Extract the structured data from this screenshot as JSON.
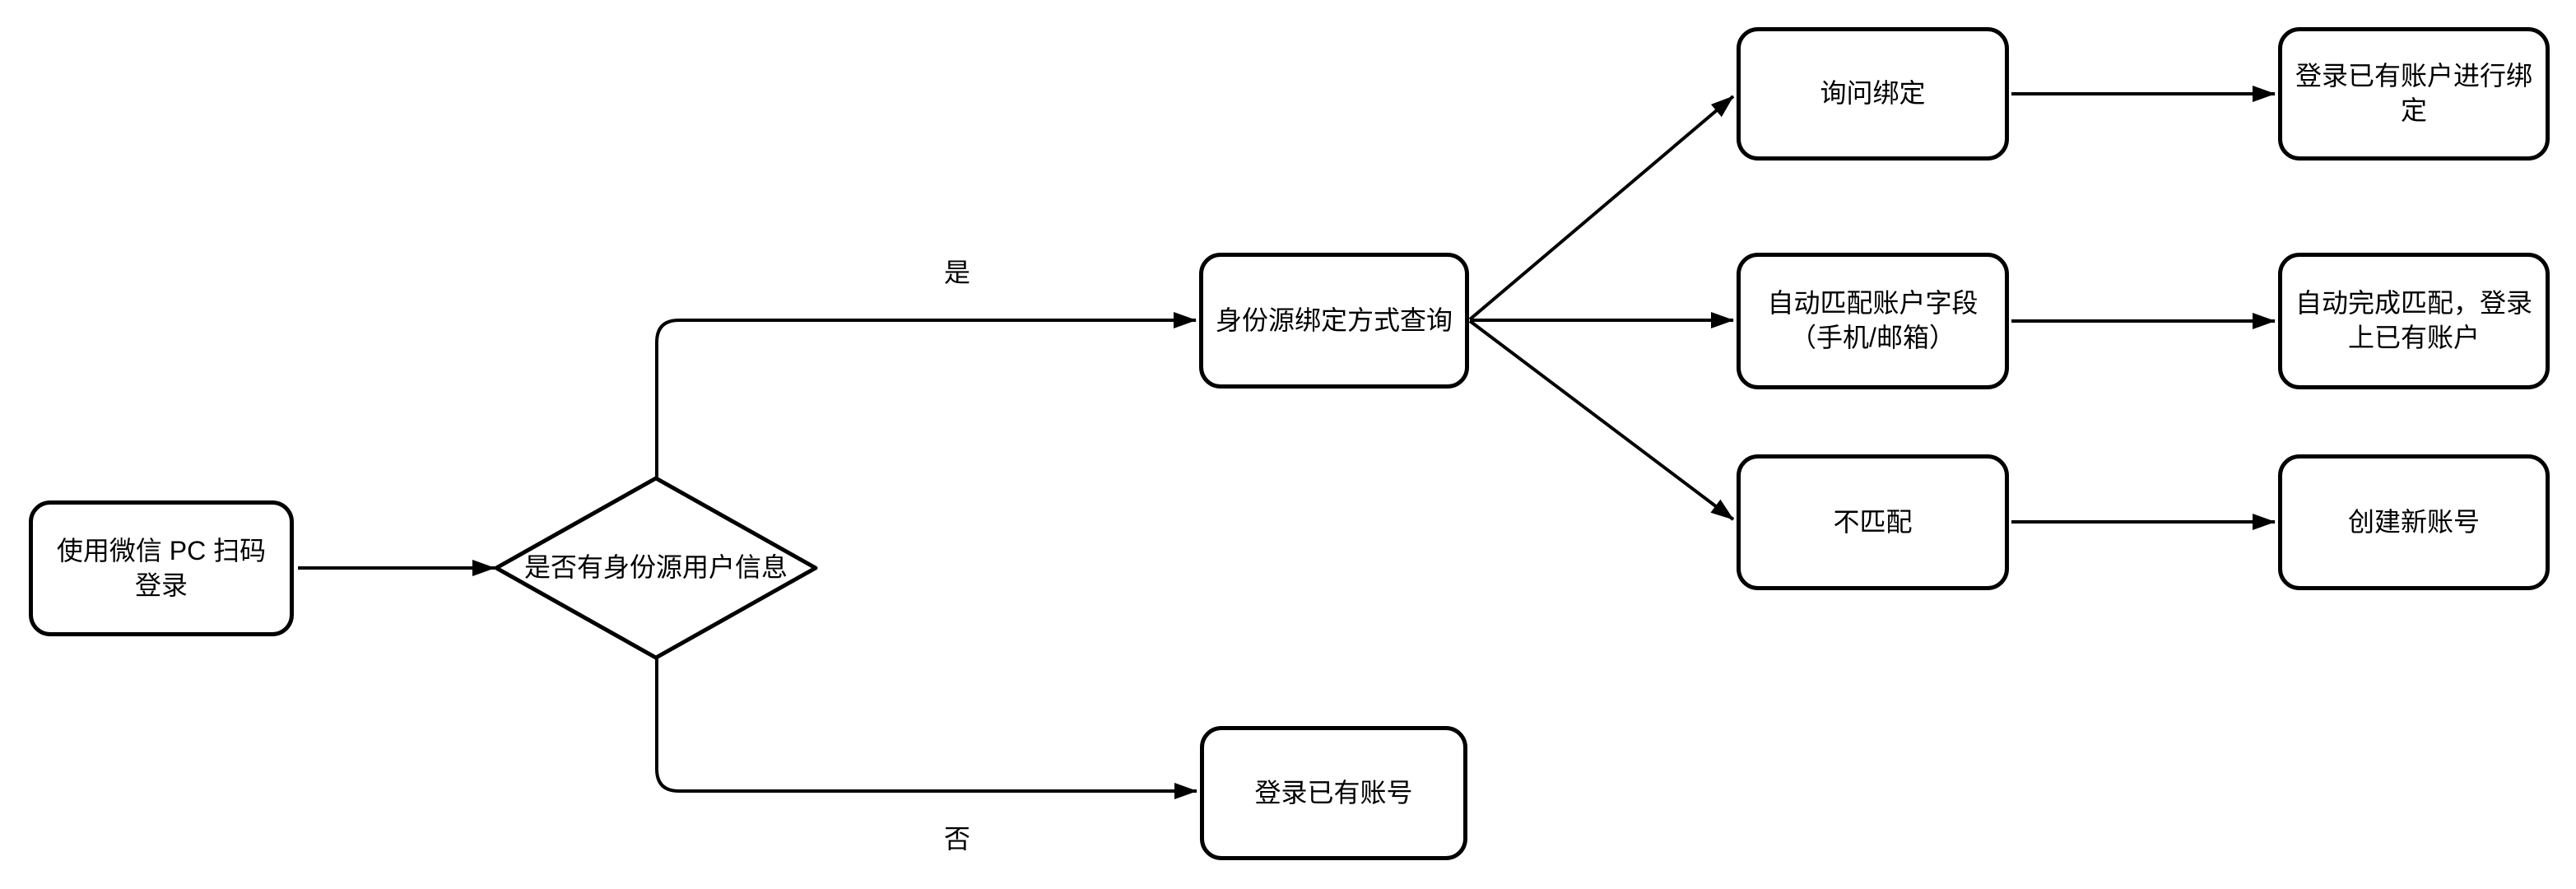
{
  "diagram": {
    "background": "#ffffff",
    "stroke": "#000000",
    "nodes": {
      "wechat_login": {
        "type": "rounded-rect",
        "label": "使用微信 PC 扫码登录"
      },
      "has_identity_info": {
        "type": "decision-diamond",
        "label": "是否有身份源用户信息"
      },
      "binding_query": {
        "type": "rounded-rect",
        "label": "身份源绑定方式查询"
      },
      "ask_binding": {
        "type": "rounded-rect",
        "label": "询问绑定"
      },
      "login_existing_to_bind": {
        "type": "rounded-rect",
        "label": "登录已有账户进行绑定"
      },
      "auto_match_fields": {
        "type": "rounded-rect",
        "label": "自动匹配账户字段（手机/邮箱）"
      },
      "auto_complete_match": {
        "type": "rounded-rect",
        "label": "自动完成匹配，登录上已有账户"
      },
      "no_match": {
        "type": "rounded-rect",
        "label": "不匹配"
      },
      "create_new_account": {
        "type": "rounded-rect",
        "label": "创建新账号"
      },
      "login_existing_account": {
        "type": "rounded-rect",
        "label": "登录已有账号"
      }
    },
    "edges": [
      {
        "from": "wechat_login",
        "to": "has_identity_info",
        "label": ""
      },
      {
        "from": "has_identity_info",
        "to": "binding_query",
        "label": "是"
      },
      {
        "from": "has_identity_info",
        "to": "login_existing_account",
        "label": "否"
      },
      {
        "from": "binding_query",
        "to": "ask_binding",
        "label": ""
      },
      {
        "from": "binding_query",
        "to": "auto_match_fields",
        "label": ""
      },
      {
        "from": "binding_query",
        "to": "no_match",
        "label": ""
      },
      {
        "from": "ask_binding",
        "to": "login_existing_to_bind",
        "label": ""
      },
      {
        "from": "auto_match_fields",
        "to": "auto_complete_match",
        "label": ""
      },
      {
        "from": "no_match",
        "to": "create_new_account",
        "label": ""
      }
    ]
  }
}
